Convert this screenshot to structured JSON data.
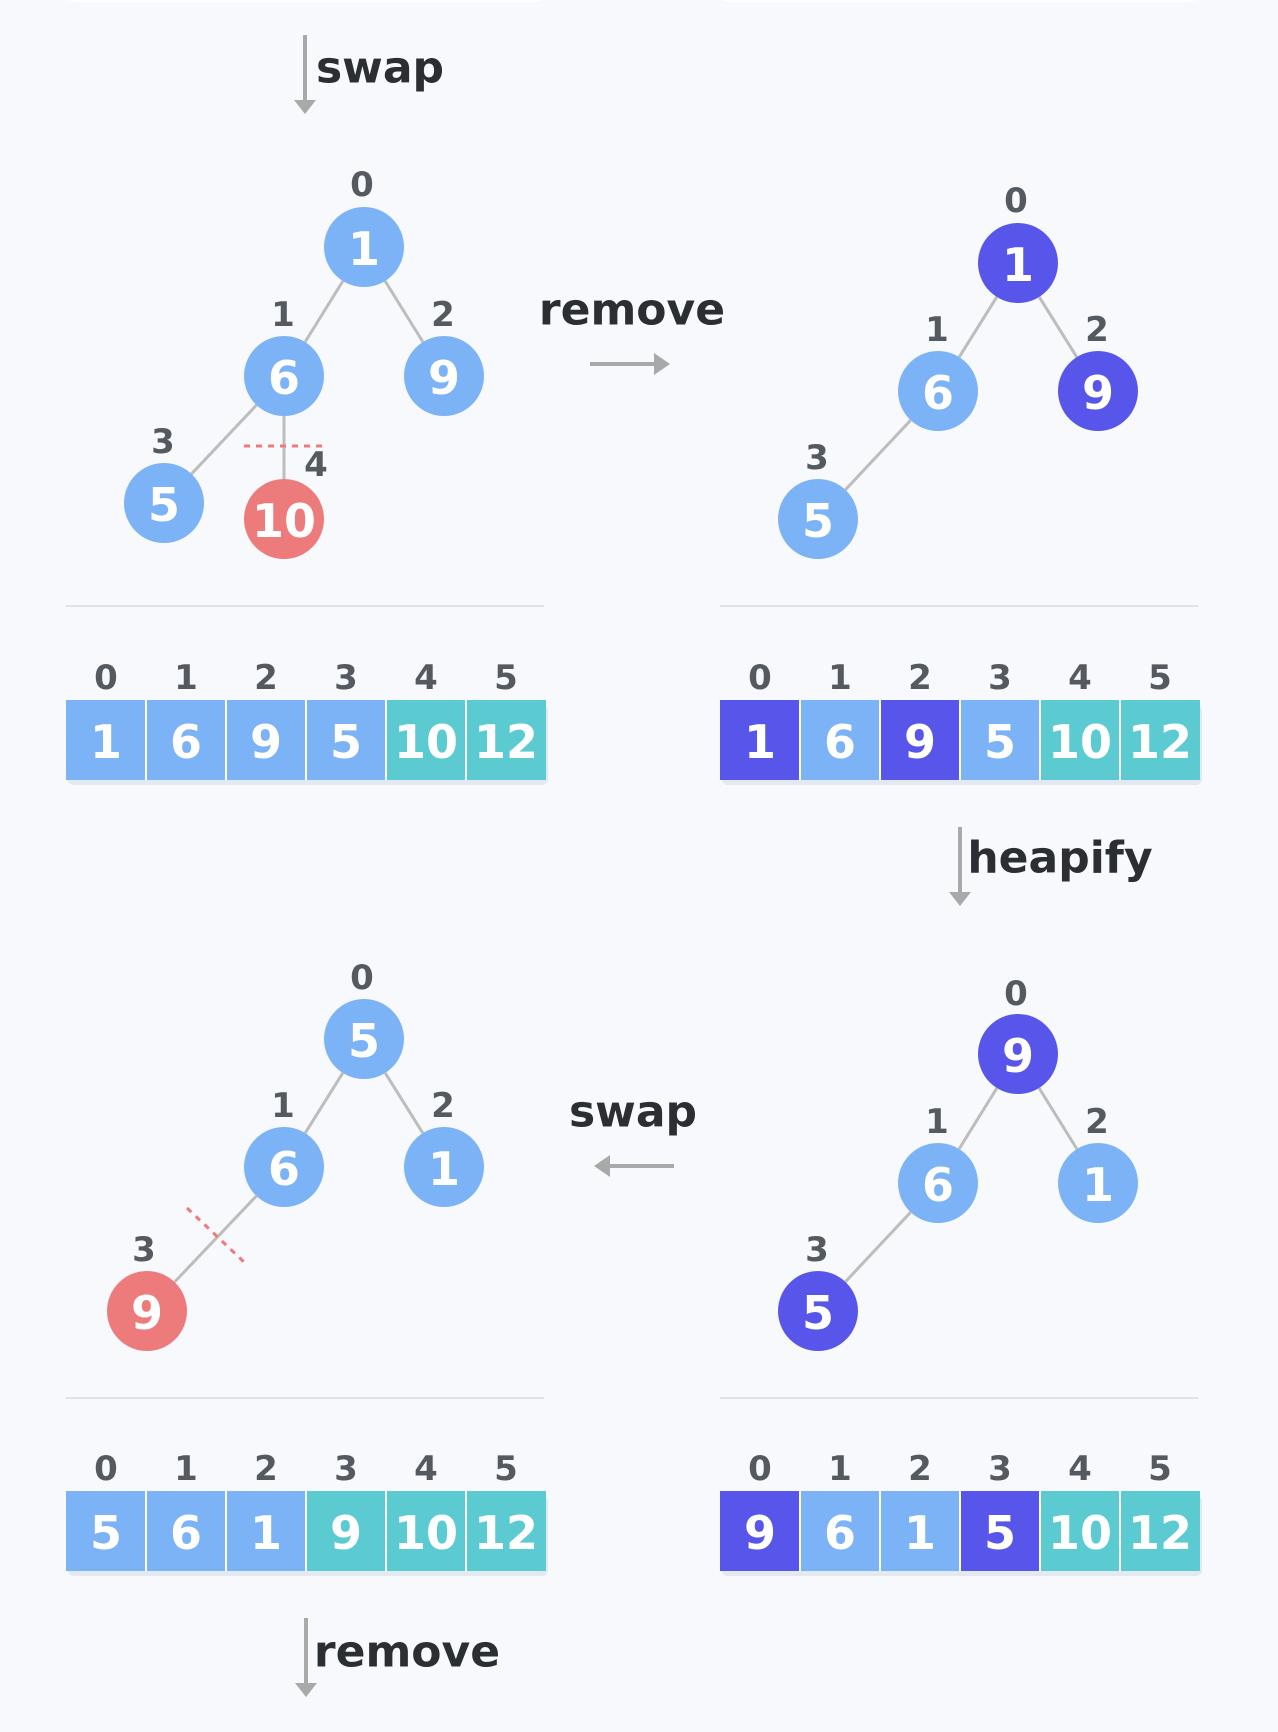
{
  "colors": {
    "blue": "#7cb2f6",
    "purple": "#5856ea",
    "red": "#ee7b7b",
    "teal": "#5ccbd1"
  },
  "steps": [
    {
      "label": "swap"
    },
    {
      "label": "remove"
    },
    {
      "label": "heapify"
    },
    {
      "label": "swap"
    },
    {
      "label": "remove"
    }
  ],
  "trees": [
    {
      "nodes": [
        {
          "index": "0",
          "value": "1",
          "color": "blue"
        },
        {
          "index": "1",
          "value": "6",
          "color": "blue"
        },
        {
          "index": "2",
          "value": "9",
          "color": "blue"
        },
        {
          "index": "3",
          "value": "5",
          "color": "blue"
        },
        {
          "index": "4",
          "value": "10",
          "color": "red"
        }
      ]
    },
    {
      "nodes": [
        {
          "index": "0",
          "value": "1",
          "color": "purple"
        },
        {
          "index": "1",
          "value": "6",
          "color": "blue"
        },
        {
          "index": "2",
          "value": "9",
          "color": "purple"
        },
        {
          "index": "3",
          "value": "5",
          "color": "blue"
        }
      ]
    },
    {
      "nodes": [
        {
          "index": "0",
          "value": "5",
          "color": "blue"
        },
        {
          "index": "1",
          "value": "6",
          "color": "blue"
        },
        {
          "index": "2",
          "value": "1",
          "color": "blue"
        },
        {
          "index": "3",
          "value": "9",
          "color": "red"
        }
      ]
    },
    {
      "nodes": [
        {
          "index": "0",
          "value": "9",
          "color": "purple"
        },
        {
          "index": "1",
          "value": "6",
          "color": "blue"
        },
        {
          "index": "2",
          "value": "1",
          "color": "blue"
        },
        {
          "index": "3",
          "value": "5",
          "color": "purple"
        }
      ]
    }
  ],
  "arrays": [
    {
      "indices": [
        "0",
        "1",
        "2",
        "3",
        "4",
        "5"
      ],
      "cells": [
        {
          "value": "1",
          "color": "blue"
        },
        {
          "value": "6",
          "color": "blue"
        },
        {
          "value": "9",
          "color": "blue"
        },
        {
          "value": "5",
          "color": "blue"
        },
        {
          "value": "10",
          "color": "teal"
        },
        {
          "value": "12",
          "color": "teal"
        }
      ]
    },
    {
      "indices": [
        "0",
        "1",
        "2",
        "3",
        "4",
        "5"
      ],
      "cells": [
        {
          "value": "1",
          "color": "purple"
        },
        {
          "value": "6",
          "color": "blue"
        },
        {
          "value": "9",
          "color": "purple"
        },
        {
          "value": "5",
          "color": "blue"
        },
        {
          "value": "10",
          "color": "teal"
        },
        {
          "value": "12",
          "color": "teal"
        }
      ]
    },
    {
      "indices": [
        "0",
        "1",
        "2",
        "3",
        "4",
        "5"
      ],
      "cells": [
        {
          "value": "5",
          "color": "blue"
        },
        {
          "value": "6",
          "color": "blue"
        },
        {
          "value": "1",
          "color": "blue"
        },
        {
          "value": "9",
          "color": "teal"
        },
        {
          "value": "10",
          "color": "teal"
        },
        {
          "value": "12",
          "color": "teal"
        }
      ]
    },
    {
      "indices": [
        "0",
        "1",
        "2",
        "3",
        "4",
        "5"
      ],
      "cells": [
        {
          "value": "9",
          "color": "purple"
        },
        {
          "value": "6",
          "color": "blue"
        },
        {
          "value": "1",
          "color": "blue"
        },
        {
          "value": "5",
          "color": "purple"
        },
        {
          "value": "10",
          "color": "teal"
        },
        {
          "value": "12",
          "color": "teal"
        }
      ]
    }
  ]
}
